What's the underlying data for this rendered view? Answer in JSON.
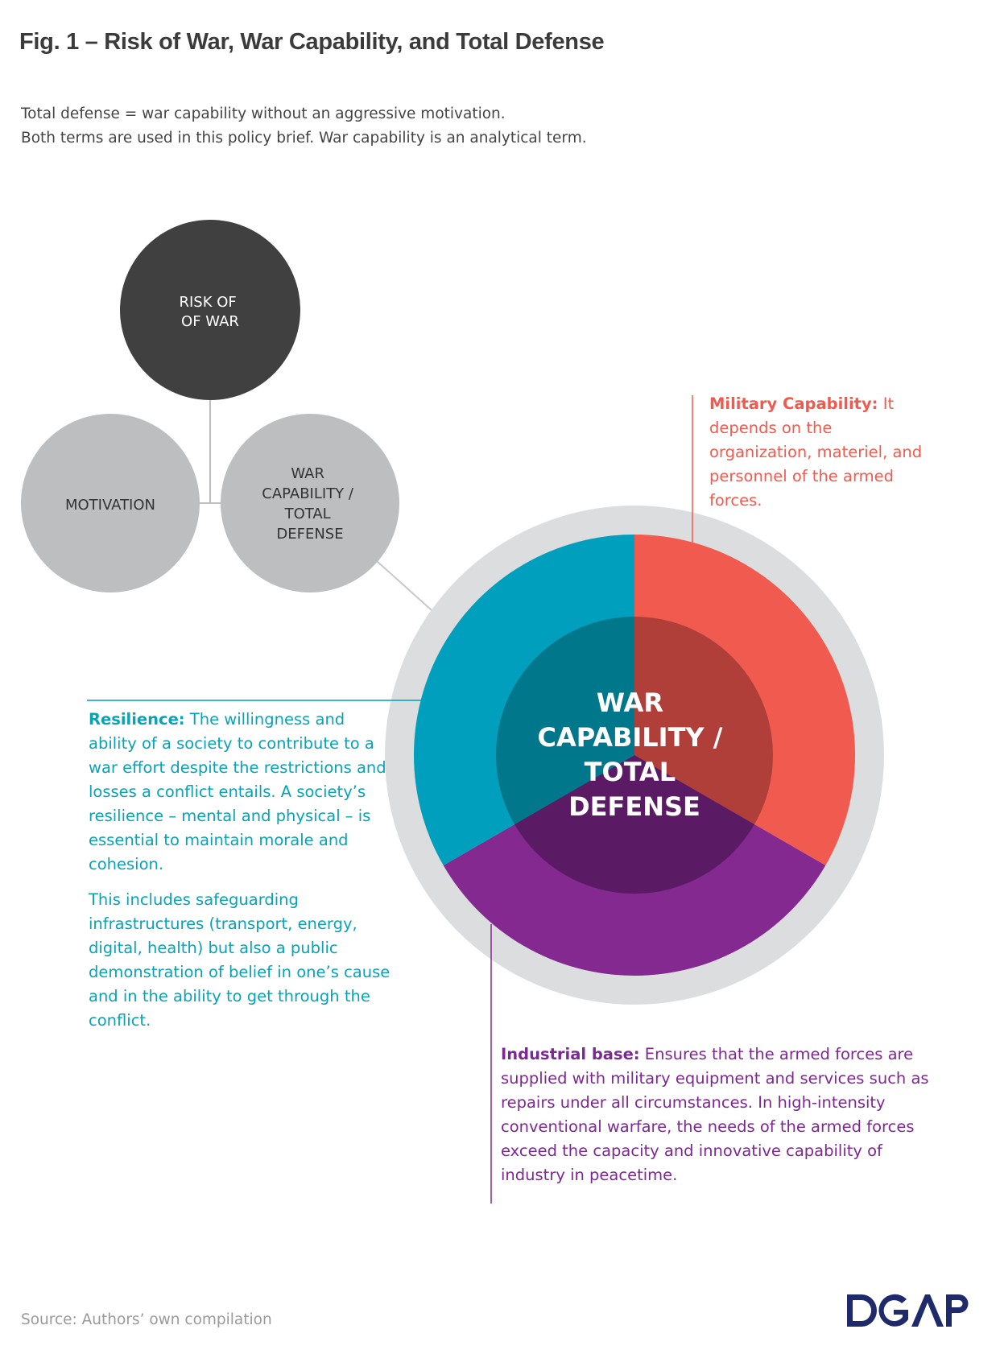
{
  "title": "Fig. 1 – Risk of War, War Capability, and Total Defense",
  "subtitle": [
    "Total defense = war capability without an aggressive motivation.",
    "Both terms are used in this policy brief. War capability is an analytical term."
  ],
  "nodes": {
    "risk": [
      "RISK OF",
      "OF WAR"
    ],
    "motivation": [
      "MOTIVATION"
    ],
    "capability": [
      "WAR",
      "CAPABILITY /",
      "TOTAL",
      "DEFENSE"
    ]
  },
  "center_label": [
    "WAR",
    "CAPABILITY /",
    "TOTAL",
    "DEFENSE"
  ],
  "notes": {
    "military": {
      "heading": "Military Capability:",
      "body": "It depends on the organization, materiel, and personnel of the armed forces."
    },
    "resilience": {
      "heading": "Resilience:",
      "body": "The willingness and ability of a society to contribute to a war effort despite the restrictions and losses a conflict entails. A society’s resilience – mental and physical – is essential to maintain morale and cohesion.",
      "body2": "This includes safeguarding infrastructures (transport, energy, digital, health) but also a public demonstration of belief in one’s cause and in the ability to get through the conflict."
    },
    "industrial": {
      "heading": "Industrial base:",
      "body": "Ensures that the armed forces are supplied with military equipment and services such as repairs under all circumstances. In high-intensity conventional warfare, the needs of the armed forces exceed the capacity and innovative capability of industry in peacetime."
    }
  },
  "source": "Source: Authors’ own compilation",
  "logo": "DGAP",
  "colors": {
    "risk_circle": "#404041",
    "grey_circle": "#bdbec0",
    "outer_ring": "#dcdddf",
    "resilience": "#009fbd",
    "resilience_dark": "#00778a",
    "military": "#f15a4f",
    "military_dark": "#b03f39",
    "industrial": "#832990",
    "industrial_dark": "#5a1b64",
    "logo": "#1f2a6b"
  }
}
